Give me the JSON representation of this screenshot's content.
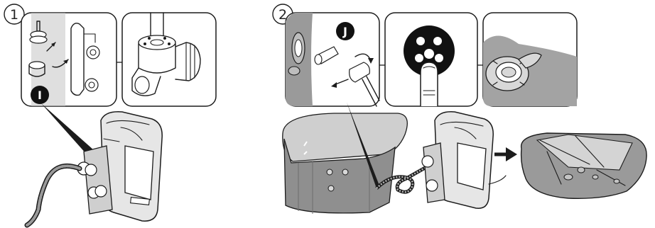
{
  "steps": [
    {
      "number": "1",
      "callout": "I"
    },
    {
      "number": "2",
      "callout": "J"
    }
  ],
  "colors": {
    "panel_shade": "#b9b9b9",
    "spa_shell": "#8f8f8f",
    "spa_top": "#cfcfcf",
    "line": "#1c1c1c",
    "callout_fill": "#111111"
  },
  "icons": [
    "plug-socket-icon",
    "finger-press-icon",
    "arrow-right-icon",
    "rotate-arrow-icon"
  ]
}
